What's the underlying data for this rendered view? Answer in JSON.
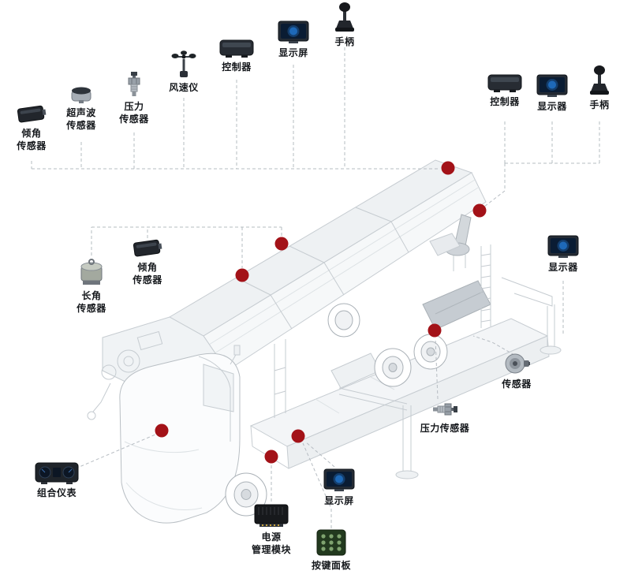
{
  "figure": {
    "type": "annotated-wireframe-diagram",
    "subject": "truck-mounted telescopic boom vehicle with sensor callouts",
    "background_color": "#ffffff",
    "wireframe_color": "#c6ccd1",
    "connector_color": "#b6bcc2",
    "marker_color": "#a31218",
    "mount_markers": {
      "count": 8
    }
  },
  "components": [
    {
      "id": "tilt-sensor-top",
      "label": "倾角\n传感器",
      "type": "box-sensor"
    },
    {
      "id": "ultrasonic-sensor",
      "label": "超声波\n传感器",
      "type": "cylinder-sensor"
    },
    {
      "id": "pressure-sensor-top",
      "label": "压力\n传感器",
      "type": "plug-sensor"
    },
    {
      "id": "anemometer",
      "label": "风速仪",
      "type": "anemometer"
    },
    {
      "id": "controller-top",
      "label": "控制器",
      "type": "controller"
    },
    {
      "id": "display-top",
      "label": "显示屏",
      "type": "display"
    },
    {
      "id": "joystick-top",
      "label": "手柄",
      "type": "joystick"
    },
    {
      "id": "controller-right",
      "label": "控制器",
      "type": "controller"
    },
    {
      "id": "display-right-top",
      "label": "显示器",
      "type": "display"
    },
    {
      "id": "joystick-right",
      "label": "手柄",
      "type": "joystick"
    },
    {
      "id": "display-right-mid",
      "label": "显示器",
      "type": "display"
    },
    {
      "id": "sensor-right",
      "label": "传感器",
      "type": "round-sensor"
    },
    {
      "id": "pressure-sensor-bottom",
      "label": "压力传感器",
      "type": "plug-sensor"
    },
    {
      "id": "display-bottom",
      "label": "显示屏",
      "type": "display"
    },
    {
      "id": "keypad",
      "label": "按键面板",
      "type": "keypad"
    },
    {
      "id": "power-module",
      "label": "电源\n管理模块",
      "type": "power-module"
    },
    {
      "id": "combo-instrument",
      "label": "组合仪表",
      "type": "instrument-cluster"
    },
    {
      "id": "cable-angle-sensor",
      "label": "长角\n传感器",
      "type": "reel-sensor"
    },
    {
      "id": "tilt-sensor-mid",
      "label": "倾角\n传感器",
      "type": "box-sensor"
    }
  ]
}
